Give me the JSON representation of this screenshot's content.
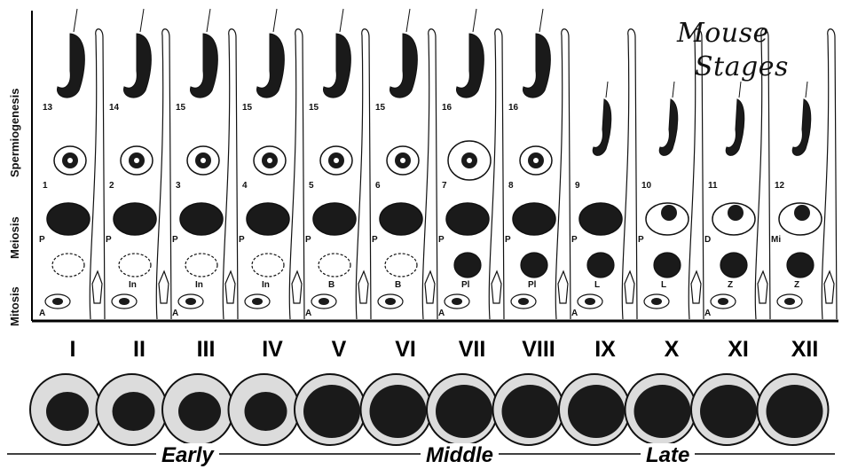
{
  "title": {
    "line1": "Mouse",
    "line2": "Stages"
  },
  "axis_labels": [
    "Spermiogenesis",
    "Meiosis",
    "Mitosis"
  ],
  "stages": [
    {
      "roman": "I",
      "elong": "13",
      "round": "1",
      "meiotic": "P",
      "lower": "",
      "basal": "A"
    },
    {
      "roman": "II",
      "elong": "14",
      "round": "2",
      "meiotic": "P",
      "lower": "In",
      "basal": ""
    },
    {
      "roman": "III",
      "elong": "15",
      "round": "3",
      "meiotic": "P",
      "lower": "In",
      "basal": "A"
    },
    {
      "roman": "IV",
      "elong": "15",
      "round": "4",
      "meiotic": "P",
      "lower": "In",
      "basal": ""
    },
    {
      "roman": "V",
      "elong": "15",
      "round": "5",
      "meiotic": "P",
      "lower": "B",
      "basal": "A"
    },
    {
      "roman": "VI",
      "elong": "15",
      "round": "6",
      "meiotic": "P",
      "lower": "B",
      "basal": ""
    },
    {
      "roman": "VII",
      "elong": "16",
      "round": "7",
      "meiotic": "P",
      "lower": "Pl",
      "basal": "A"
    },
    {
      "roman": "VIII",
      "elong": "16",
      "round": "8",
      "meiotic": "P",
      "lower": "Pl",
      "basal": ""
    },
    {
      "roman": "IX",
      "elong": "",
      "round": "9",
      "meiotic": "P",
      "lower": "L",
      "basal": "A"
    },
    {
      "roman": "X",
      "elong": "",
      "round": "10",
      "meiotic": "P",
      "lower": "L",
      "basal": ""
    },
    {
      "roman": "XI",
      "elong": "",
      "round": "11",
      "meiotic": "D",
      "lower": "Z",
      "basal": "A"
    },
    {
      "roman": "XII",
      "elong": "",
      "round": "12",
      "meiotic": "Mi",
      "lower": "Z",
      "basal": ""
    }
  ],
  "phases": [
    "Early",
    "Middle",
    "Late"
  ],
  "colors": {
    "ink": "#111111",
    "stain": "#1a1a1a",
    "paper": "#ffffff",
    "pale": "#dcdcdc"
  }
}
